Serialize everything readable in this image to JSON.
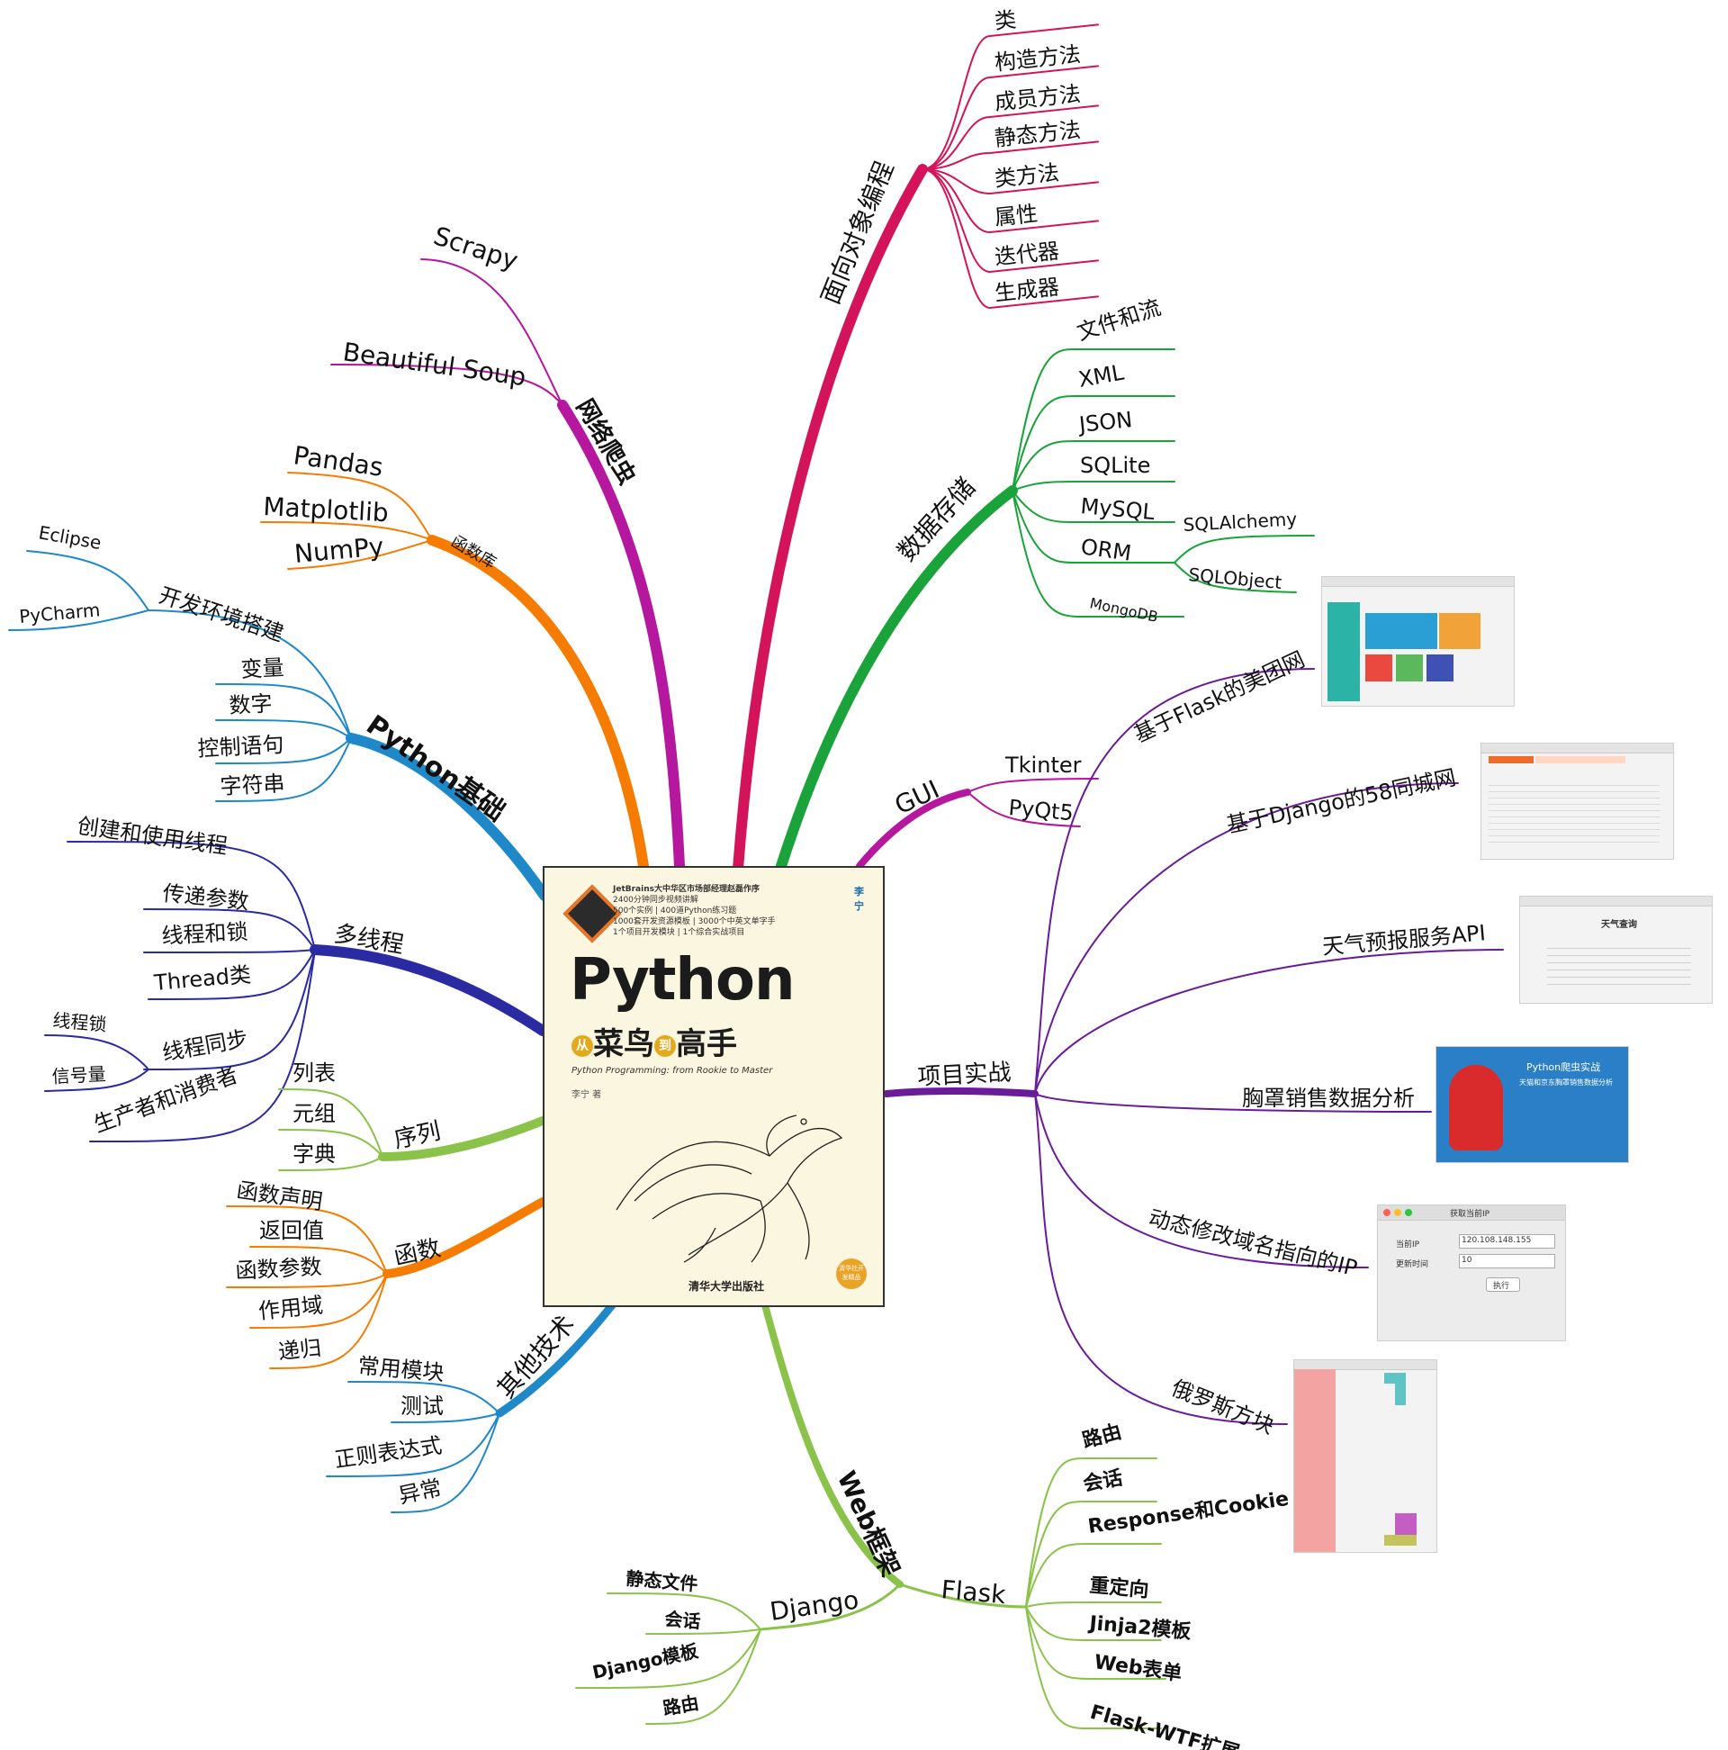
{
  "diagram": {
    "branches": [
      {
        "id": "oop",
        "label": "面向对象编程",
        "color": "#d4145a",
        "children": [
          "类",
          "构造方法",
          "成员方法",
          "静态方法",
          "类方法",
          "属性",
          "迭代器",
          "生成器"
        ]
      },
      {
        "id": "crawler",
        "label": "网络爬虫",
        "color": "#b5179e",
        "children": [
          "Scrapy",
          "Beautiful Soup"
        ]
      },
      {
        "id": "libs",
        "label": "函数库",
        "color": "#f57c00",
        "children": [
          "Pandas",
          "Matplotlib",
          "NumPy"
        ]
      },
      {
        "id": "basics",
        "label": "Python基础",
        "color": "#1e88c9",
        "children": [
          "开发环境搭建",
          "变量",
          "数字",
          "控制语句",
          "字符串"
        ],
        "ide": [
          "Eclipse",
          "PyCharm"
        ]
      },
      {
        "id": "thread",
        "label": "多线程",
        "color": "#2a2aa3",
        "children": [
          "创建和使用线程",
          "传递参数",
          "线程和锁",
          "Thread类",
          "线程同步",
          "生产者和消费者"
        ],
        "sync": [
          "线程锁",
          "信号量"
        ]
      },
      {
        "id": "seq",
        "label": "序列",
        "color": "#8bc34a",
        "children": [
          "列表",
          "元组",
          "字典"
        ]
      },
      {
        "id": "func",
        "label": "函数",
        "color": "#f57c00",
        "children": [
          "函数声明",
          "返回值",
          "函数参数",
          "作用域",
          "递归"
        ]
      },
      {
        "id": "other",
        "label": "其他技术",
        "color": "#1e88c9",
        "children": [
          "常用模块",
          "测试",
          "正则表达式",
          "异常"
        ]
      },
      {
        "id": "storage",
        "label": "数据存储",
        "color": "#1aa33a",
        "children": [
          "文件和流",
          "XML",
          "JSON",
          "SQLite",
          "MySQL",
          "ORM",
          "MongoDB"
        ],
        "orm": [
          "SQLAlchemy",
          "SQLObject"
        ]
      },
      {
        "id": "gui",
        "label": "GUI",
        "color": "#b5179e",
        "children": [
          "Tkinter",
          "PyQt5"
        ]
      },
      {
        "id": "proj",
        "label": "项目实战",
        "color": "#6a1b9a",
        "children": [
          "基于Flask的美团网",
          "基于Django的58同城网",
          "天气预报服务API",
          "胸罩销售数据分析",
          "动态修改域名指向的IP",
          "俄罗斯方块"
        ]
      },
      {
        "id": "web",
        "label": "Web框架",
        "color": "#8bc34a",
        "flask": "Flask",
        "django": "Django",
        "flask_children": [
          "路由",
          "会话",
          "Response和Cookie",
          "重定向",
          "Jinja2模板",
          "Web表单",
          "Flask-WTF扩展"
        ],
        "django_children": [
          "静态文件",
          "会话",
          "Django模板",
          "路由"
        ]
      }
    ]
  },
  "book": {
    "series": "JetBrains大中华区市场部经理赵磊作序",
    "lines": [
      "2400分钟同步视频讲解",
      "500个实例 | 400道Python练习题",
      "1000套开发资源模板 | 3000个中英文单字手",
      "1个项目开发模块 | 1个综合实战项目"
    ],
    "corner": "李宁",
    "title": "Python",
    "tag_a": "从",
    "tag_b": "菜鸟",
    "tag_c": "到",
    "tag_d": "高手",
    "english": "Python Programming: from Rookie to Master",
    "author": "李宁 著",
    "publisher": "清华大学出版社",
    "badge": "清华社开发精品"
  },
  "screens": {
    "weather_title": "天气查询",
    "bra_title": "Python爬虫实战",
    "bra_sub": "天猫和京东胸罩销售数据分析",
    "ip_title": "获取当前IP",
    "ip_label": "当前IP",
    "ip_value": "120.108.148.155",
    "interval_label": "更新时间",
    "interval_value": "10",
    "run_button": "执行"
  }
}
